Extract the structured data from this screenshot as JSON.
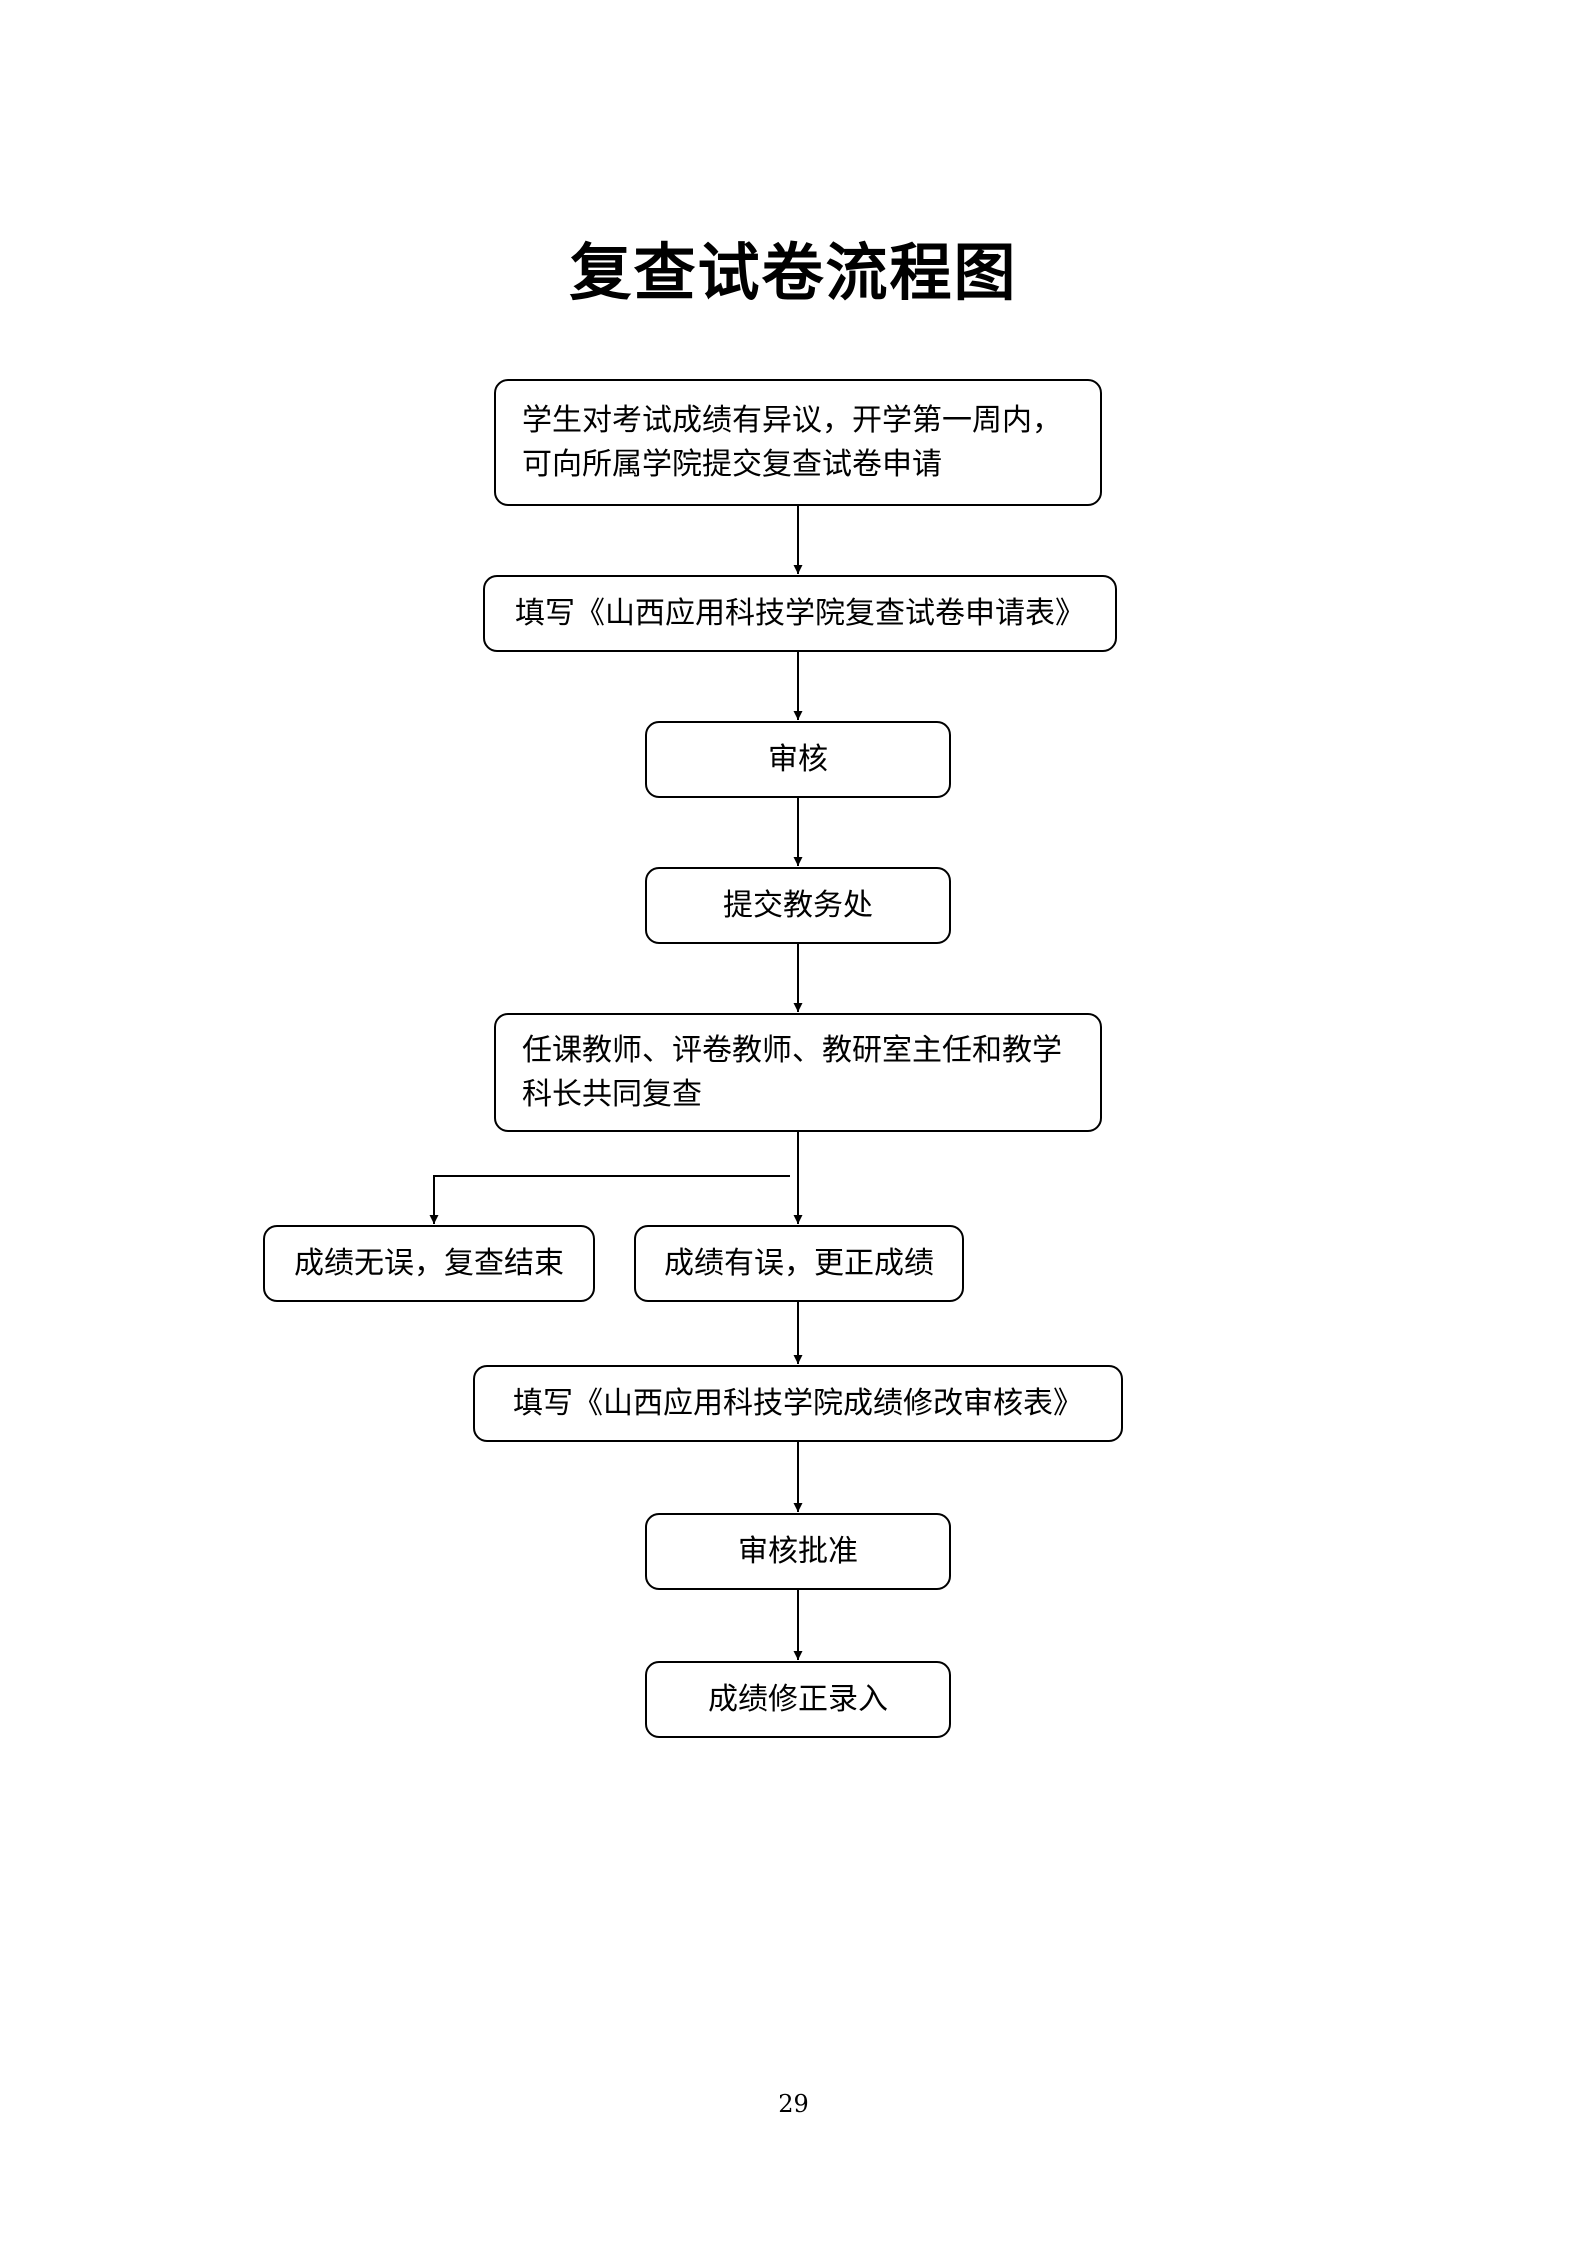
{
  "title": "复查试卷流程图",
  "page_number": "29",
  "steps": {
    "step1": "学生对考试成绩有异议，开学第一周内，可向所属学院提交复查试卷申请",
    "step2": "填写《山西应用科技学院复查试卷申请表》",
    "step3": "审核",
    "step4": "提交教务处",
    "step5": "任课教师、评卷教师、教研室主任和教学科长共同复查",
    "branch_no_error": "成绩无误，复查结束",
    "branch_error": "成绩有误，更正成绩",
    "step6": "填写《山西应用科技学院成绩修改审核表》",
    "step7": "审核批准",
    "step8": "成绩修正录入"
  }
}
